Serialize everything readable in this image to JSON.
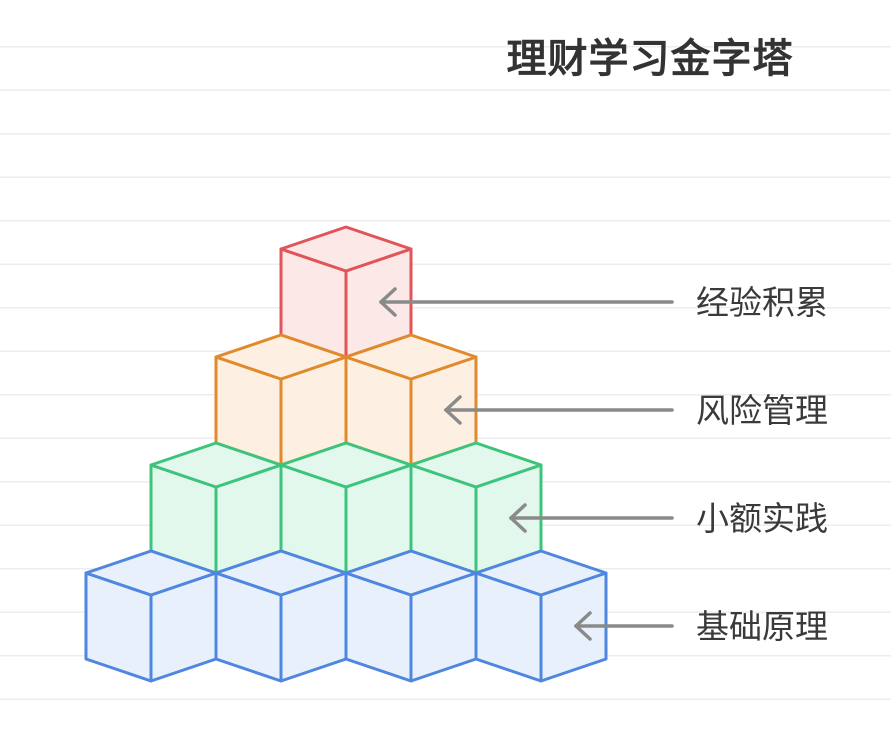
{
  "title": "理财学习金字塔",
  "levels": [
    {
      "label": "经验积累",
      "cubes": 1,
      "stroke": "#e0555a",
      "fill": "#fde8e8"
    },
    {
      "label": "风险管理",
      "cubes": 2,
      "stroke": "#e08a2c",
      "fill": "#fdf0e2"
    },
    {
      "label": "小额实践",
      "cubes": 3,
      "stroke": "#3cc47c",
      "fill": "#e3f8ec"
    },
    {
      "label": "基础原理",
      "cubes": 4,
      "stroke": "#4f86df",
      "fill": "#e8f0fc"
    }
  ],
  "arrow_color": "#8a8a8a"
}
